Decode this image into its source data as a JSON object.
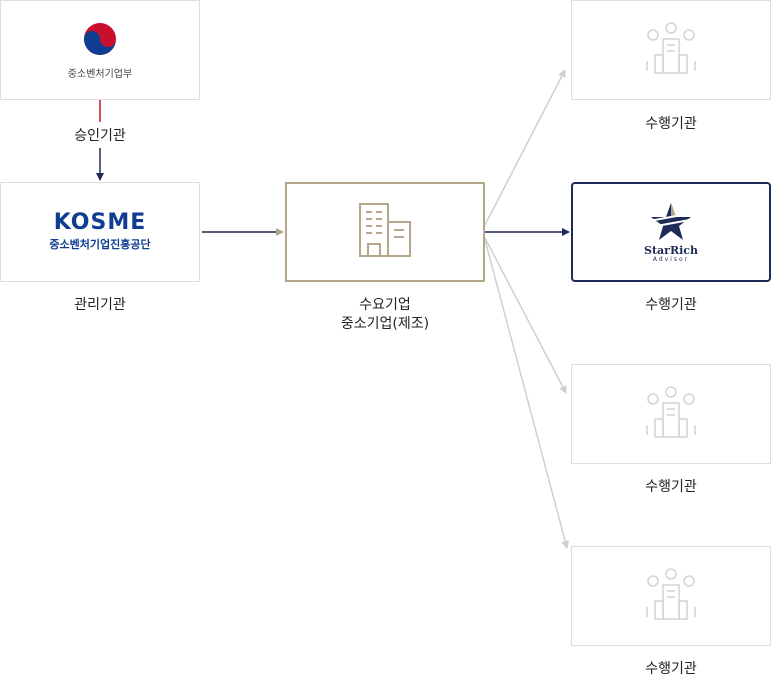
{
  "approval": {
    "org_name": "중소벤처기업부",
    "label": "승인기관"
  },
  "management": {
    "logo_word": "KOSME",
    "org_name": "중소벤처기업진흥공단",
    "label": "관리기관"
  },
  "demand": {
    "label_line1": "수요기업",
    "label_line2": "중소기업(제조)"
  },
  "performers": [
    {
      "label": "수행기관"
    },
    {
      "label": "수행기관",
      "logo_word": "StarRich",
      "logo_sub": "Advisor"
    },
    {
      "label": "수행기관"
    },
    {
      "label": "수행기관"
    }
  ],
  "colors": {
    "navy": "#1e2a57",
    "red_line": "#c8102e",
    "gold": "#b4a68a",
    "gray_line": "#cfcfcf",
    "kosme_blue": "#0f3d91"
  },
  "icons": {
    "approval": "korea-government-emblem-icon",
    "demand": "building-icon",
    "performer_placeholder": "people-building-icon",
    "starrich": "star-logo-icon"
  }
}
